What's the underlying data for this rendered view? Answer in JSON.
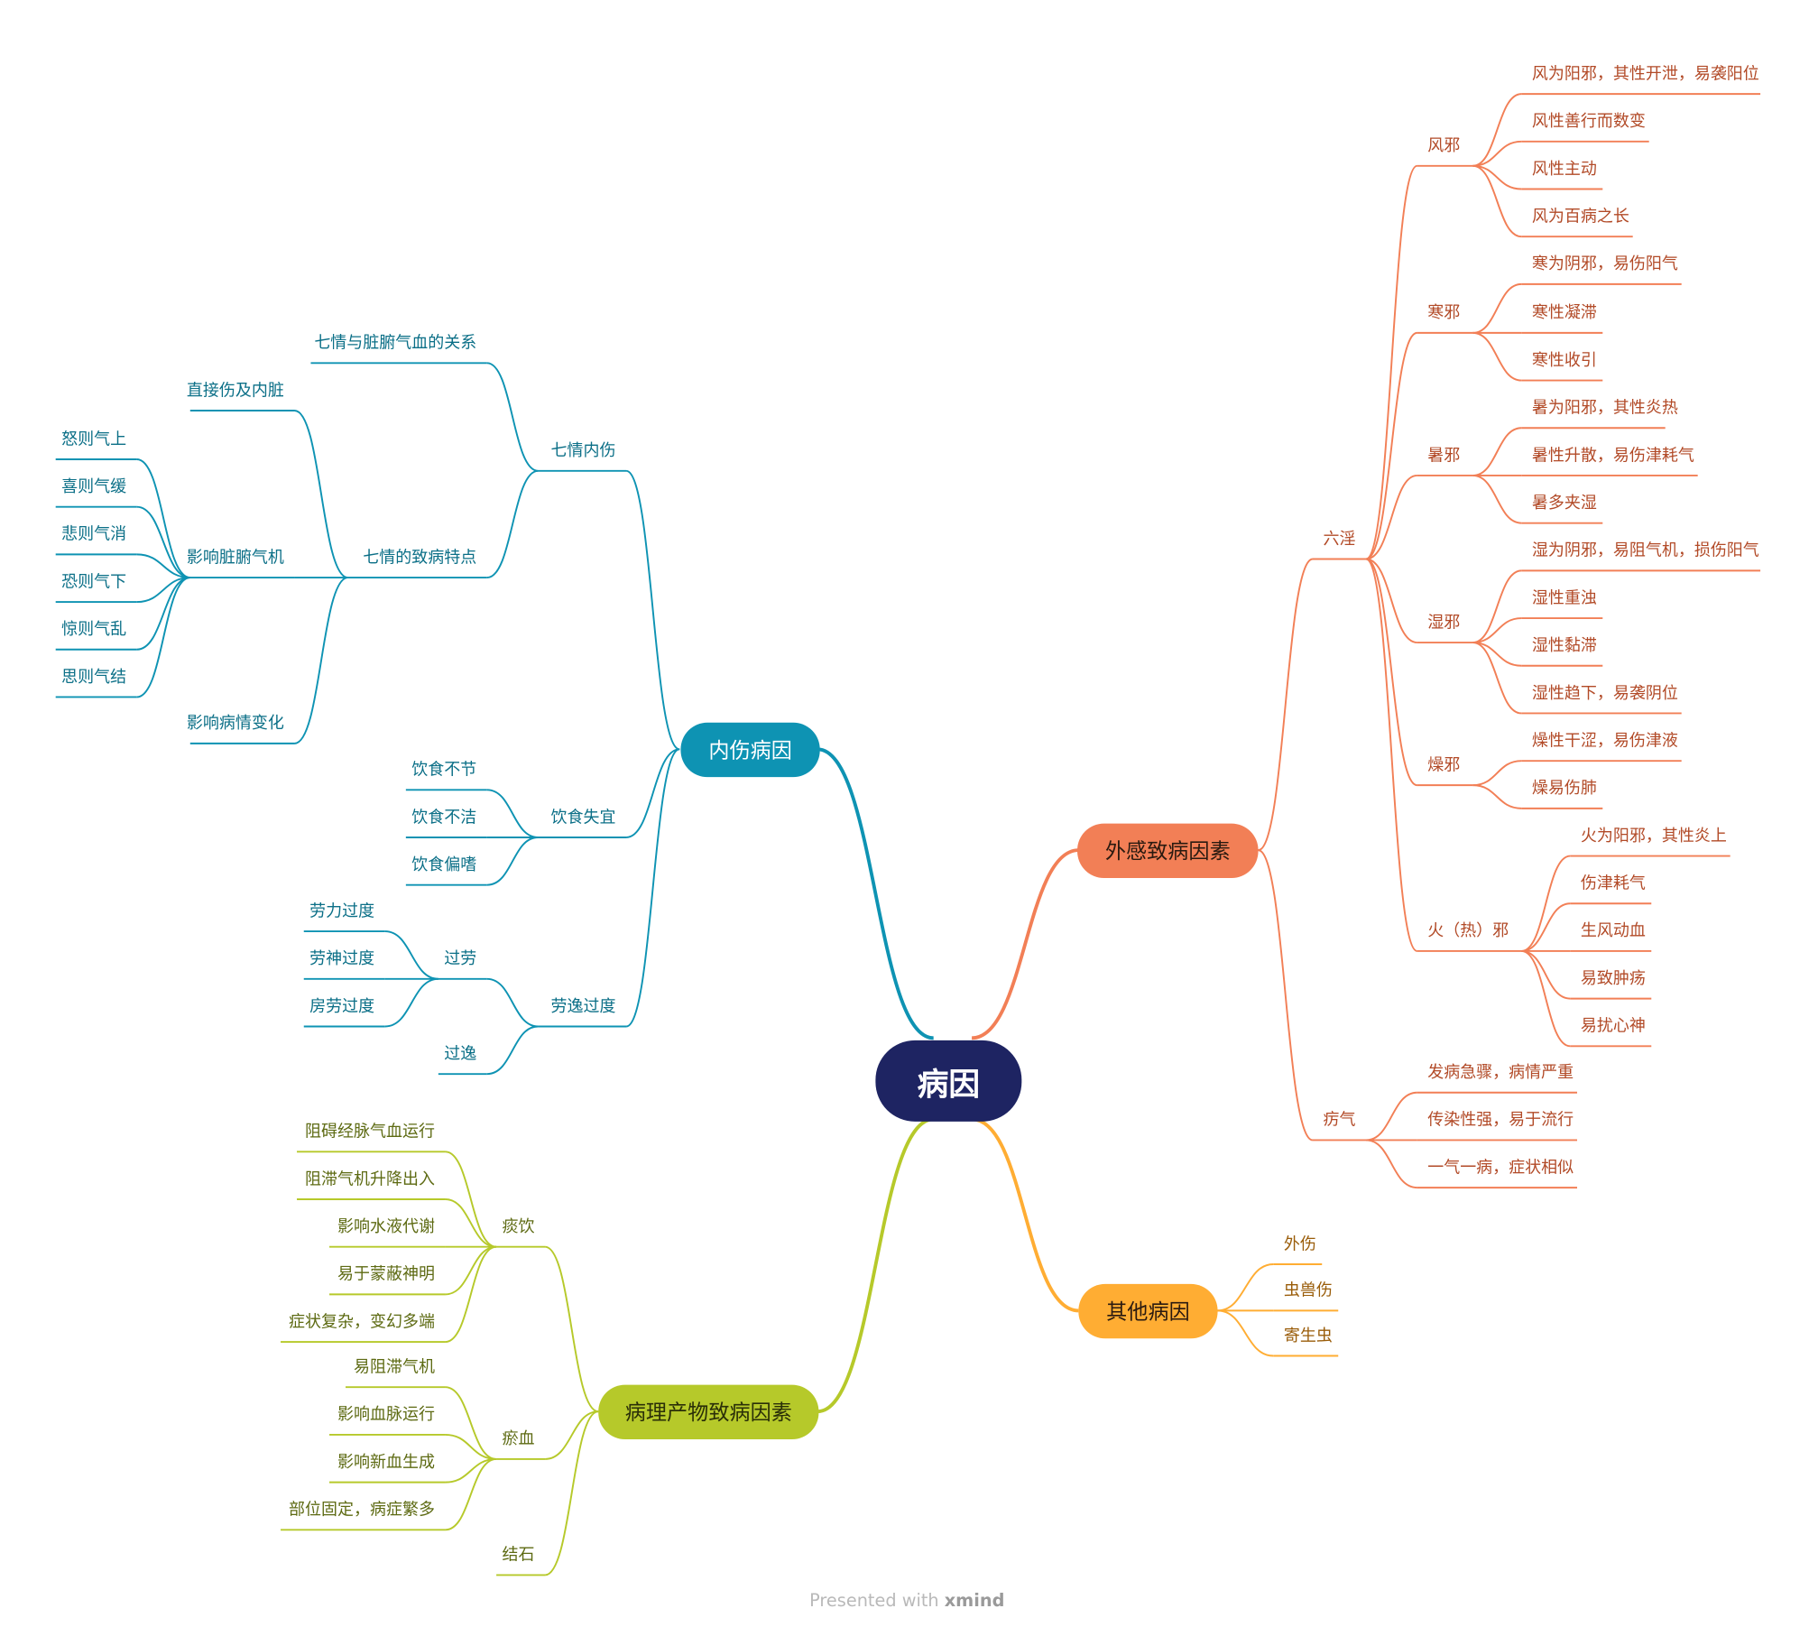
{
  "root": {
    "label": "病因"
  },
  "colors": {
    "root": "#1e2462",
    "neishang": "#0e93b3",
    "waigan": "#f27f56",
    "qita": "#ffad33",
    "bingli": "#b6c92a",
    "root_text": "#ffffff"
  },
  "footer": {
    "prefix": "Presented with ",
    "brand": "xmind"
  },
  "neishang": {
    "label": "内伤病因",
    "qiqing": {
      "label": "七情内伤",
      "relation": "七情与脏腑气血的关系",
      "feature": {
        "label": "七情的致病特点",
        "direct": "直接伤及内脏",
        "qiji": {
          "label": "影响脏腑气机",
          "items": [
            "怒则气上",
            "喜则气缓",
            "悲则气消",
            "恐则气下",
            "惊则气乱",
            "思则气结"
          ]
        },
        "change": "影响病情变化"
      }
    },
    "yinshi": {
      "label": "饮食失宜",
      "items": [
        "饮食不节",
        "饮食不洁",
        "饮食偏嗜"
      ]
    },
    "laoyi": {
      "label": "劳逸过度",
      "guolao": {
        "label": "过劳",
        "items": [
          "劳力过度",
          "劳神过度",
          "房劳过度"
        ]
      },
      "guoyi": "过逸"
    }
  },
  "waigan": {
    "label": "外感致病因素",
    "liuyin": {
      "label": "六淫",
      "feng": {
        "label": "风邪",
        "items": [
          "风为阳邪，其性开泄，易袭阳位",
          "风性善行而数变",
          "风性主动",
          "风为百病之长"
        ]
      },
      "han": {
        "label": "寒邪",
        "items": [
          "寒为阴邪，易伤阳气",
          "寒性凝滞",
          "寒性收引"
        ]
      },
      "shu": {
        "label": "暑邪",
        "items": [
          "暑为阳邪，其性炎热",
          "暑性升散，易伤津耗气",
          "暑多夹湿"
        ]
      },
      "shi": {
        "label": "湿邪",
        "items": [
          "湿为阴邪，易阻气机，损伤阳气",
          "湿性重浊",
          "湿性黏滞",
          "湿性趋下，易袭阴位"
        ]
      },
      "zao": {
        "label": "燥邪",
        "items": [
          "燥性干涩，易伤津液",
          "燥易伤肺"
        ]
      },
      "huo": {
        "label": "火（热）邪",
        "items": [
          "火为阳邪，其性炎上",
          "伤津耗气",
          "生风动血",
          "易致肿疡",
          "易扰心神"
        ]
      }
    },
    "liqi": {
      "label": "疠气",
      "items": [
        "发病急骤，病情严重",
        "传染性强，易于流行",
        "一气一病，症状相似"
      ]
    }
  },
  "qita": {
    "label": "其他病因",
    "items": [
      "外伤",
      "虫兽伤",
      "寄生虫"
    ]
  },
  "bingli": {
    "label": "病理产物致病因素",
    "tanyin": {
      "label": "痰饮",
      "items": [
        "阻碍经脉气血运行",
        "阻滞气机升降出入",
        "影响水液代谢",
        "易于蒙蔽神明",
        "症状复杂，变幻多端"
      ]
    },
    "yuxue": {
      "label": "瘀血",
      "items": [
        "易阻滞气机",
        "影响血脉运行",
        "影响新血生成",
        "部位固定，病症繁多"
      ]
    },
    "jieshi": "结石"
  }
}
